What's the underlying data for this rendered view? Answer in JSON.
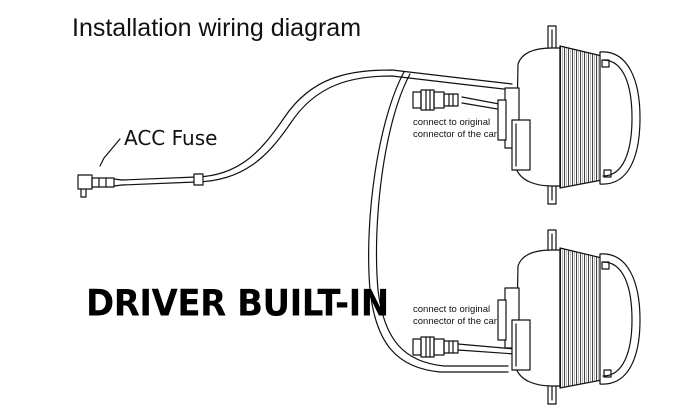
{
  "title": "Installation wiring  diagram",
  "fuse_label": "ACC Fuse",
  "driver_label": "DRIVER BUILT-IN",
  "connector_note_top": {
    "line1": "connect to original",
    "line2": "connector of the car"
  },
  "connector_note_bottom": {
    "line1": "connect to original",
    "line2": "connector of the car"
  },
  "colors": {
    "line": "#111111",
    "background": "#ffffff"
  }
}
